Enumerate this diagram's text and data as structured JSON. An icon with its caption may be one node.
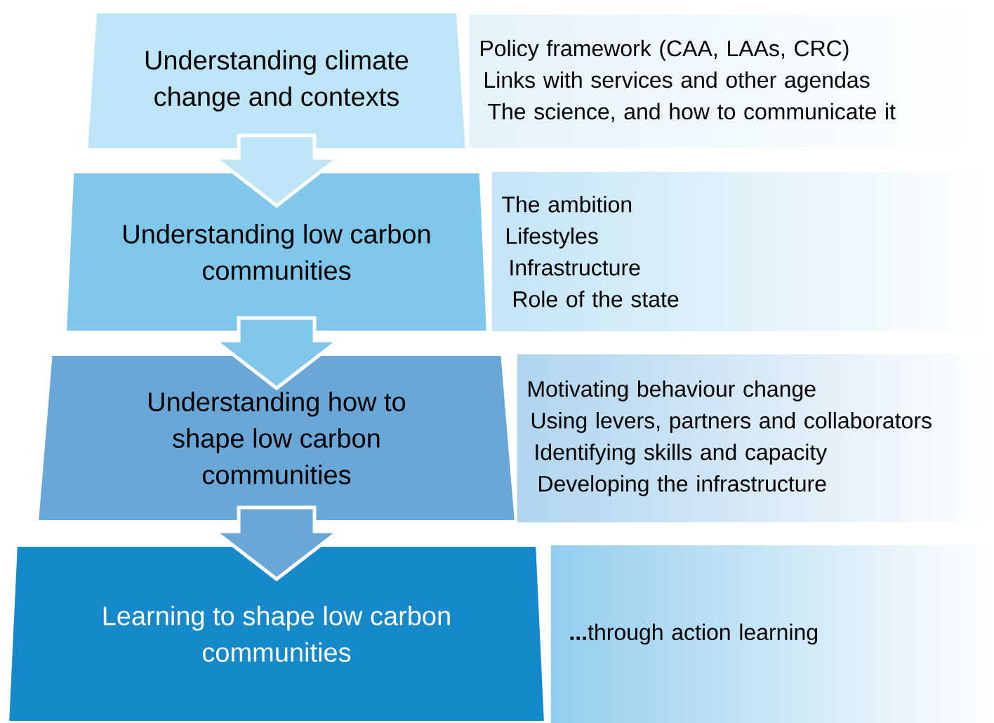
{
  "diagram": {
    "nodes": [
      {
        "text": [
          "Understanding climate change and contexts"
        ]
      },
      {
        "text": [
          "Understanding low carbon communities"
        ]
      },
      {
        "text": [
          "Understanding how to shape low carbon communities"
        ]
      },
      {
        "text": [
          "Learning to shape low carbon communities"
        ]
      },
      {
        "text": [
          "Policy framework (CAA, LAAs, CRC)",
          "Links with services and other agendas",
          "The science, and how to communicate it"
        ]
      },
      {
        "text": [
          "The ambition",
          "Lifestyles",
          "Infrastructure",
          "Role of the state"
        ]
      },
      {
        "text": [
          "Motivating behaviour change",
          "Using levers, partners and collaborators",
          "Identifying skills and capacity",
          "Developing the infrastructure"
        ]
      },
      {
        "text": [
          "**...**through action learning"
        ]
      }
    ],
    "edges": [
      {
        "from": 0,
        "to": 1,
        "arrow": "to"
      },
      {
        "from": 1,
        "to": 2,
        "arrow": "to"
      },
      {
        "from": 2,
        "to": 3,
        "arrow": "to"
      }
    ]
  }
}
